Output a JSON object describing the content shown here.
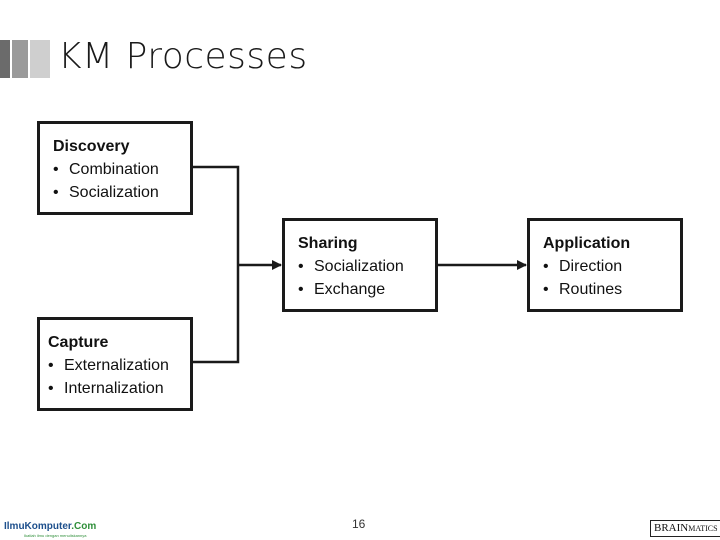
{
  "slide": {
    "title": "KM Processes",
    "page_number": "16"
  },
  "diagram": {
    "boxes": {
      "discovery": {
        "title": "Discovery",
        "items": [
          "Combination",
          "Socialization"
        ]
      },
      "capture": {
        "title": "Capture",
        "items": [
          "Externalization",
          "Internalization"
        ]
      },
      "sharing": {
        "title": "Sharing",
        "items": [
          "Socialization",
          "Exchange"
        ]
      },
      "application": {
        "title": "Application",
        "items": [
          "Direction",
          "Routines"
        ]
      }
    },
    "edges": [
      {
        "from": "Discovery",
        "to": "Sharing"
      },
      {
        "from": "Capture",
        "to": "Sharing"
      },
      {
        "from": "Sharing",
        "to": "Application"
      }
    ]
  },
  "footer": {
    "left_logo_part1": "IlmuKomputer",
    "left_logo_part2": ".Com",
    "left_tagline": "Ikatlah ilmu dengan menuliskannya",
    "right_logo_part1": "BRAIN",
    "right_logo_part2": "MATICS"
  },
  "colors": {
    "box_border": "#1a1a1a",
    "accent_dark": "#6b6b6b",
    "accent_light": "#cfcfcf"
  }
}
